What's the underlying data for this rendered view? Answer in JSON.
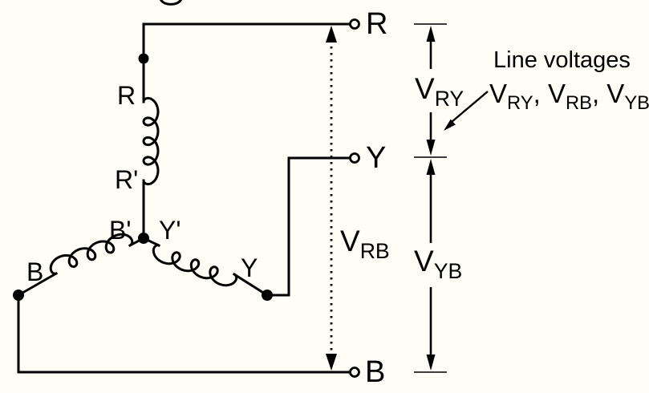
{
  "diagram_type": "three-phase star (wye) connected windings with line voltages",
  "colors": {
    "wire": "#000000",
    "background": "#fffdf6",
    "dimension_cap": "#3d3d3d"
  },
  "windings": {
    "r_start": "R",
    "r_end": "R'",
    "b_end": "B'",
    "y_end": "Y'",
    "b_start": "B",
    "y_start": "Y"
  },
  "terminals": {
    "r": "R",
    "y": "Y",
    "b": "B"
  },
  "voltages": {
    "v_rb": {
      "base": "V",
      "sub": "RB"
    },
    "v_ry": {
      "base": "V",
      "sub": "RY"
    },
    "v_yb": {
      "base": "V",
      "sub": "YB"
    }
  },
  "annotation": {
    "line1": "Line voltages",
    "v1_base": "V",
    "v1_sub": "RY",
    "comma1": ", ",
    "v2_base": "V",
    "v2_sub": "RB",
    "comma2": ", ",
    "v3_base": "V",
    "v3_sub": "YB"
  }
}
